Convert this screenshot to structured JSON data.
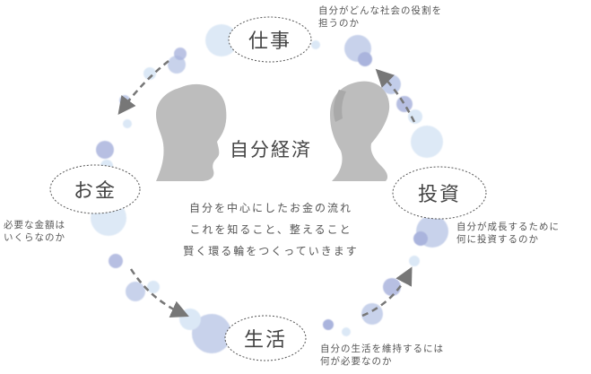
{
  "center": {
    "title": "自分経済",
    "lines": [
      "自分を中心にしたお金の流れ",
      "これを知ること、整えること",
      "賢く環る輪をつくっていきます"
    ]
  },
  "nodes": {
    "shigoto": {
      "label": "仕事",
      "note": [
        "自分がどんな社会の役割を",
        "担うのか"
      ]
    },
    "toushi": {
      "label": "投資",
      "note": [
        "自分が成長するために",
        "何に投資するのか"
      ]
    },
    "seikatsu": {
      "label": "生活",
      "note": [
        "自分の生活を維持するには",
        "何が必要なのか"
      ]
    },
    "okane": {
      "label": "お金",
      "note": [
        "必要な金額は",
        "いくらなのか"
      ]
    }
  },
  "colors": {
    "bubble_light": "#dbe8f6",
    "bubble_mid": "#c2cde9",
    "bubble_dark": "#aab4dd",
    "arrow": "#777777",
    "silhouette": "#bdbdbd",
    "ellipse_stroke": "#555555"
  }
}
